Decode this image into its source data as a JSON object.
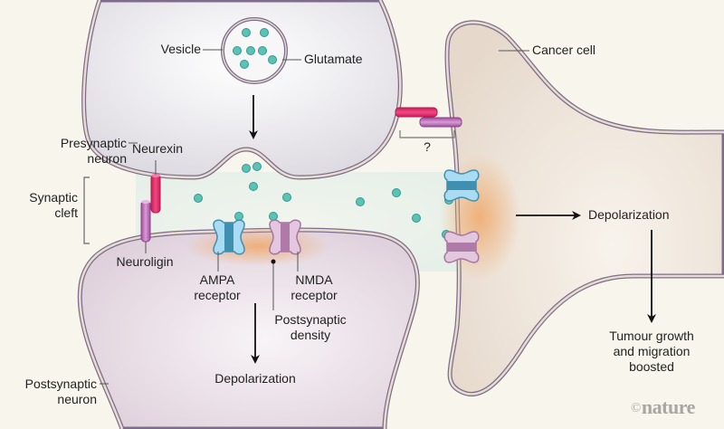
{
  "figure": {
    "source_logo": "nature",
    "copyright_symbol": "©"
  },
  "labels": {
    "vesicle": "Vesicle",
    "glutamate": "Glutamate",
    "cancer_cell": "Cancer cell",
    "presynaptic_neuron": [
      "Presynaptic",
      "neuron"
    ],
    "neurexin": "Neurexin",
    "synaptic_cleft": [
      "Synaptic",
      "cleft"
    ],
    "neuroligin": "Neuroligin",
    "unknown_link": "?",
    "ampa_receptor": [
      "AMPA",
      "receptor"
    ],
    "nmda_receptor": [
      "NMDA",
      "receptor"
    ],
    "postsynaptic_density": [
      "Postsynaptic",
      "density"
    ],
    "depolarization_neuron": "Depolarization",
    "depolarization_cancer": "Depolarization",
    "tumour_outcome": [
      "Tumour growth",
      "and migration",
      "boosted"
    ],
    "postsynaptic_neuron": [
      "Postsynaptic",
      "neuron"
    ]
  },
  "colors": {
    "background": "#f8f6ec",
    "membrane_outer": "#7e6c8c",
    "membrane_inner": "#e6ddd0",
    "neuron_fill": "#f4f3f5",
    "postsyn_fill": "#f1e9ee",
    "cancer_fill": "#f6ede4",
    "cleft_fill": "#eef4ec",
    "glutamate": "#5cc2b6",
    "glutamate_stroke": "#2f9a8e",
    "neurexin": "#e8306e",
    "neuroligin": "#c47ac0",
    "ampa_light": "#a9dbf3",
    "ampa_dark": "#3f8fb0",
    "nmda_light": "#e3c7de",
    "nmda_dark": "#b07aa8",
    "density_glow": "#f0b07a",
    "logo": "#a8a6a0"
  }
}
